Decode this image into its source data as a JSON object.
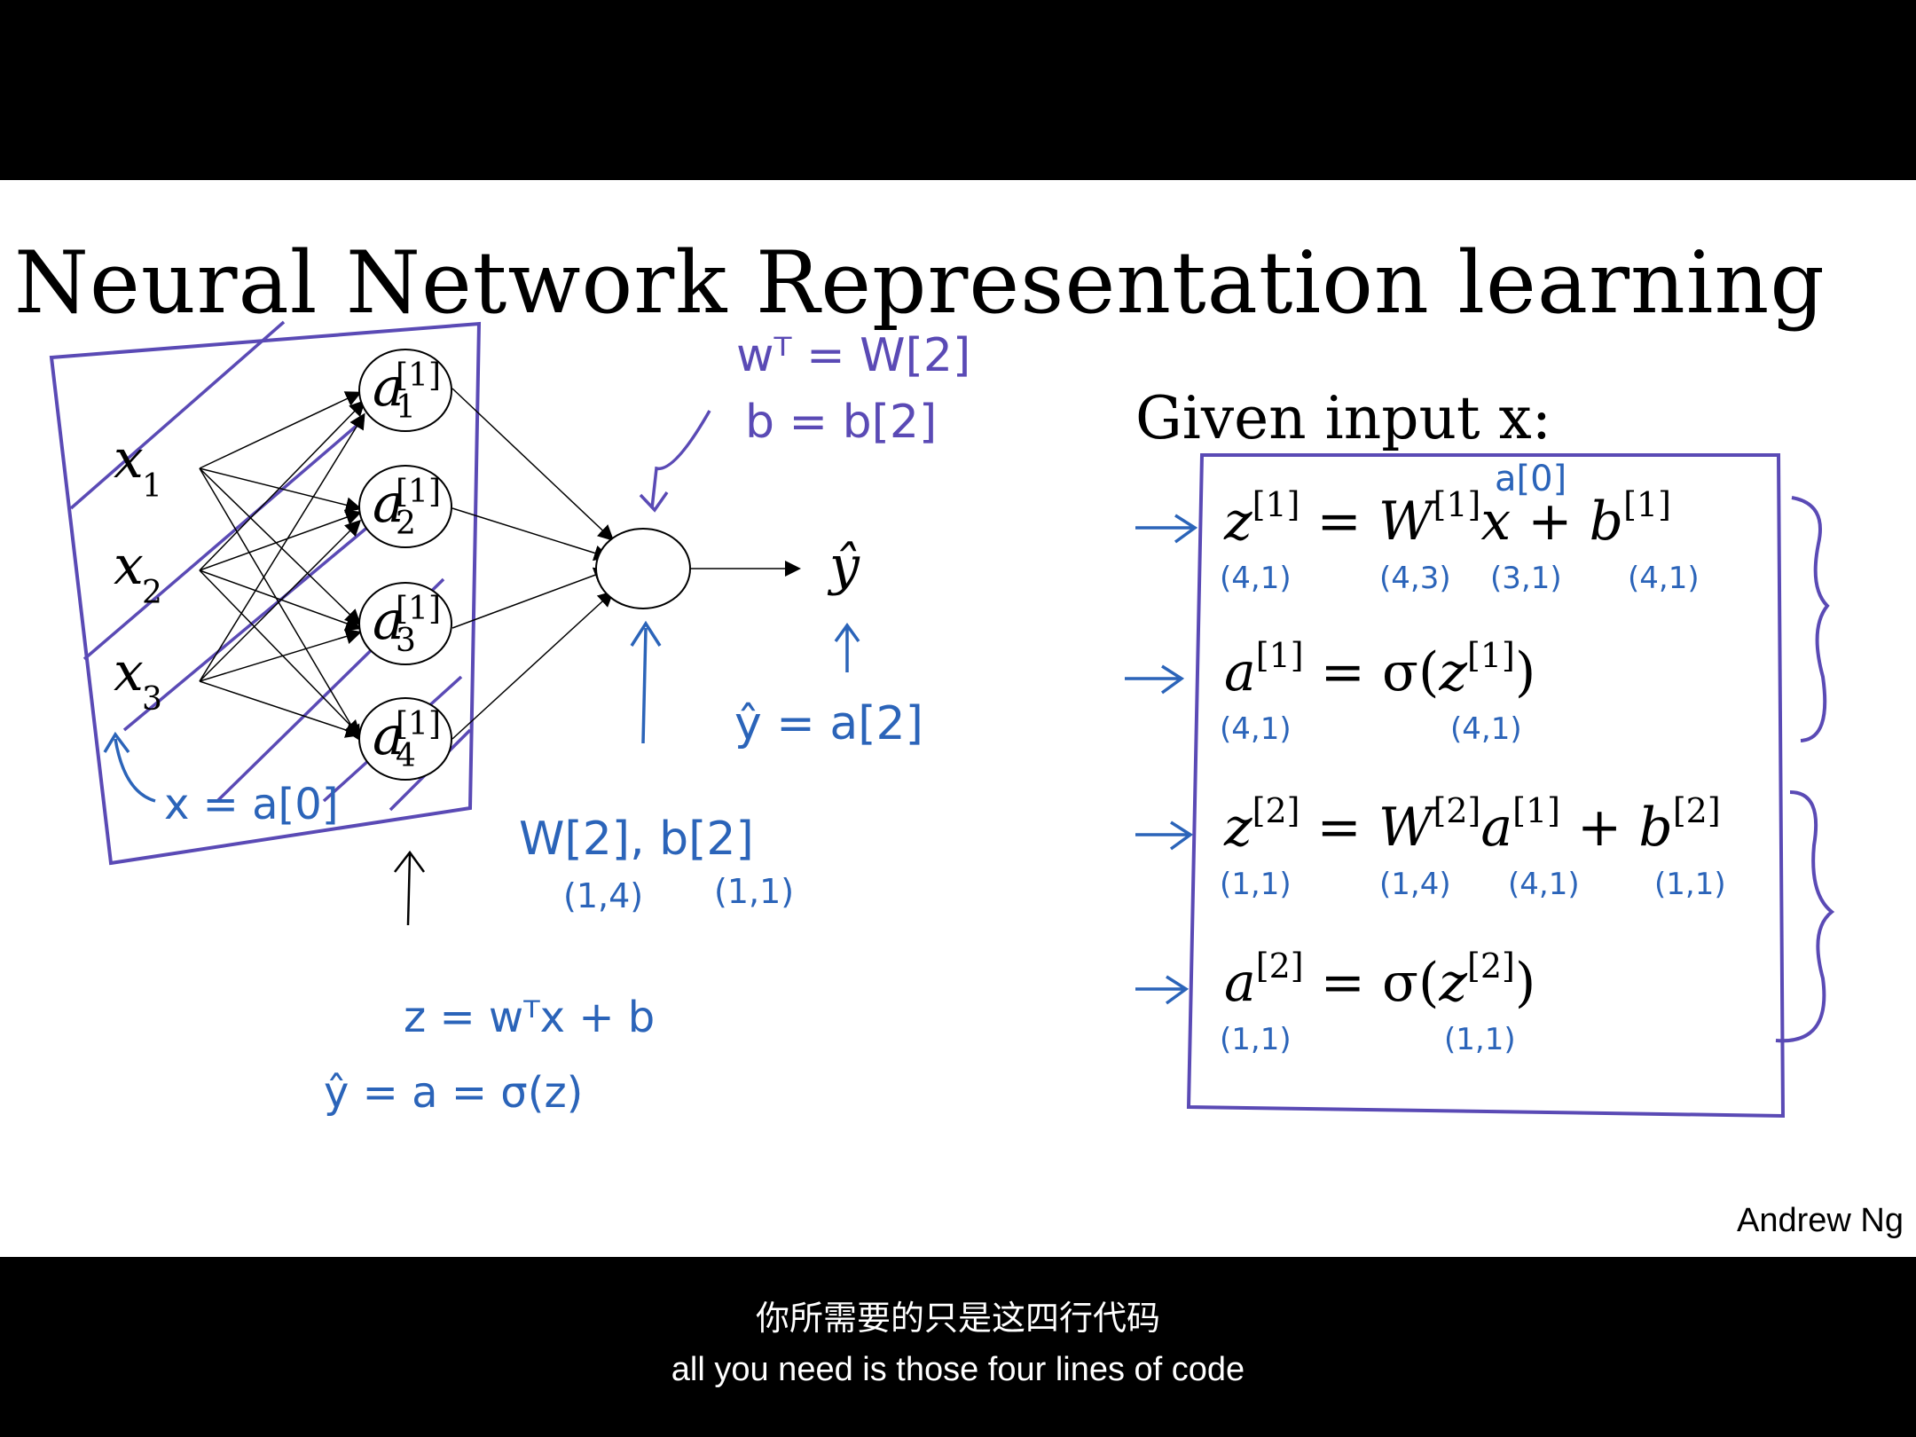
{
  "slide": {
    "title": "Neural Network Representation learning",
    "given_label": "Given input x:",
    "author": "Andrew Ng"
  },
  "network": {
    "inputs": [
      {
        "base": "x",
        "sub": "1"
      },
      {
        "base": "x",
        "sub": "2"
      },
      {
        "base": "x",
        "sub": "3"
      }
    ],
    "hidden": [
      {
        "base": "a",
        "sup": "[1]",
        "sub": "1"
      },
      {
        "base": "a",
        "sup": "[1]",
        "sub": "2"
      },
      {
        "base": "a",
        "sup": "[1]",
        "sub": "3"
      },
      {
        "base": "a",
        "sup": "[1]",
        "sub": "4"
      }
    ],
    "output": "ŷ"
  },
  "equations": [
    {
      "lhs": "z",
      "lhs_sup": "[1]",
      "rhs": [
        {
          "t": "= "
        },
        {
          "t": "W",
          "i": true
        },
        {
          "t": "[1]",
          "sup": true
        },
        {
          "t": "x",
          "i": true
        },
        {
          "t": " + "
        },
        {
          "t": "b",
          "i": true
        },
        {
          "t": "[1]",
          "sup": true
        }
      ],
      "shapes": [
        "(4,1)",
        "(4,3)",
        "(3,1)",
        "(4,1)"
      ],
      "note": "a[0]"
    },
    {
      "lhs": "a",
      "lhs_sup": "[1]",
      "rhs": [
        {
          "t": "= σ("
        },
        {
          "t": "z",
          "i": true
        },
        {
          "t": "[1]",
          "sup": true
        },
        {
          "t": ")"
        }
      ],
      "shapes": [
        "(4,1)",
        "(4,1)"
      ]
    },
    {
      "lhs": "z",
      "lhs_sup": "[2]",
      "rhs": [
        {
          "t": "= "
        },
        {
          "t": "W",
          "i": true
        },
        {
          "t": "[2]",
          "sup": true
        },
        {
          "t": "a",
          "i": true
        },
        {
          "t": "[1]",
          "sup": true
        },
        {
          "t": " + "
        },
        {
          "t": "b",
          "i": true
        },
        {
          "t": "[2]",
          "sup": true
        }
      ],
      "shapes": [
        "(1,1)",
        "(1,4)",
        "(4,1)",
        "(1,1)"
      ]
    },
    {
      "lhs": "a",
      "lhs_sup": "[2]",
      "rhs": [
        {
          "t": "= σ("
        },
        {
          "t": "z",
          "i": true
        },
        {
          "t": "[2]",
          "sup": true
        },
        {
          "t": ")"
        }
      ],
      "shapes": [
        "(1,1)",
        "(1,1)"
      ]
    }
  ],
  "annotations": {
    "wt": "wᵀ = W[2]",
    "b": "b = b[2]",
    "yhat": "ŷ = a[2]",
    "x_a0": "x = a[0]",
    "w2b2": "W[2], b[2]",
    "w2_shape": "(1,4)",
    "b2_shape": "(1,1)",
    "z_formula": "z = wᵀx + b",
    "yhat_formula": "ŷ = a = σ(z)"
  },
  "colors": {
    "ink_blue": "#2b64b9",
    "ink_purple": "#5a4ab5"
  },
  "subtitles": {
    "zh": "你所需要的只是这四行代码",
    "en": "all you need is those four lines of code"
  }
}
